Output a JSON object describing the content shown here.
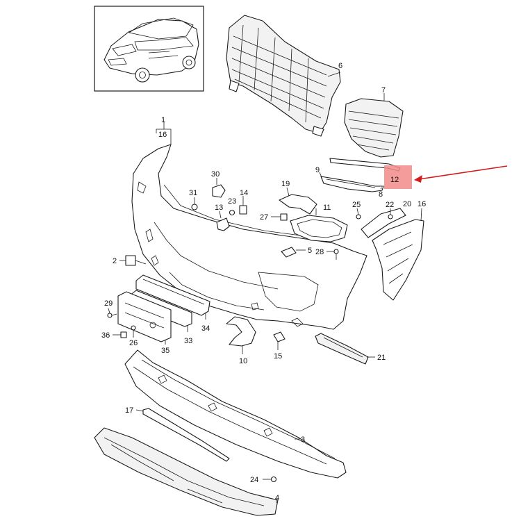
{
  "diagram": {
    "highlight_color": "#f28b8b",
    "arrow_color": "#d21a1a",
    "callouts": {
      "c1": "1",
      "c16a": "16",
      "c2": "2",
      "c3": "3",
      "c4": "4",
      "c5": "5",
      "c6": "6",
      "c7": "7",
      "c8": "8",
      "c9": "9",
      "c10": "10",
      "c11": "11",
      "c12": "12",
      "c13": "13",
      "c14": "14",
      "c15": "15",
      "c16b": "16",
      "c17": "17",
      "c19": "19",
      "c20": "20",
      "c21": "21",
      "c22": "22",
      "c23": "23",
      "c24": "24",
      "c25": "25",
      "c26": "26",
      "c27": "27",
      "c28": "28",
      "c29": "29",
      "c30": "30",
      "c31": "31",
      "c33": "33",
      "c34": "34",
      "c35": "35",
      "c36": "36"
    }
  }
}
